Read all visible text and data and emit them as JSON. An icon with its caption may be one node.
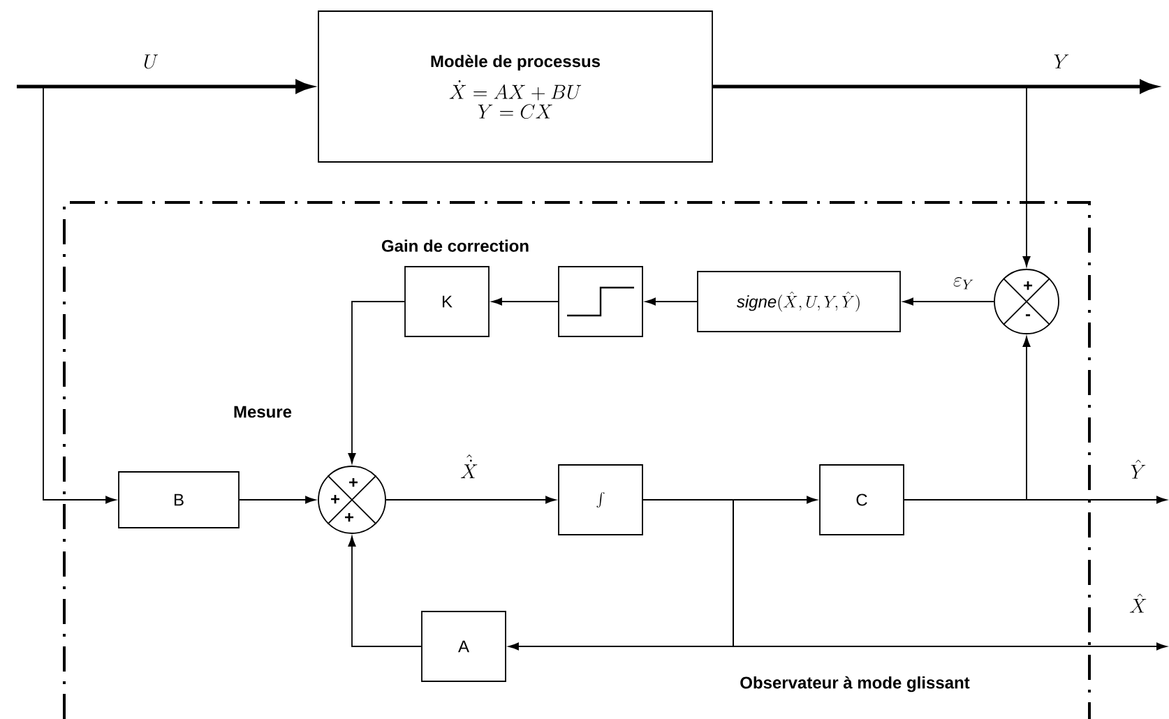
{
  "diagram": {
    "nodes": [
      {
        "text": [
          "Modèle de processus",
          "\\dot{X} = AX + BU",
          "Y = CX"
        ]
      },
      {
        "text": [
          "Observateur à mode glissant"
        ]
      },
      {
        "text": [
          "K"
        ],
        "beside": [
          "Gain de correction"
        ],
        "in": 1
      },
      {
        "text": [],
        "shape": "box",
        "in": 1
      },
      {
        "text": [
          "\\mathit{signe}(\\hat{X},U,Y,\\hat{Y})"
        ],
        "in": 1
      },
      {
        "text": [
          "+",
          "-"
        ],
        "in": 1
      },
      {
        "text": [
          "B"
        ],
        "in": 1
      },
      {
        "text": [
          "+",
          "+",
          "+"
        ],
        "in": 1
      },
      {
        "text": [
          "\\int"
        ],
        "in": 1
      },
      {
        "text": [
          "C"
        ],
        "in": 1
      },
      {
        "text": [
          "A"
        ],
        "in": 1
      }
    ],
    "edges": [
      {
        "from": null,
        "to": 0,
        "arrow": "to",
        "label": "U",
        "style": "thick"
      },
      {
        "from": null,
        "to": 6,
        "arrow": "to"
      },
      {
        "from": 0,
        "to": null,
        "arrow": "to",
        "label": "Y",
        "style": "thick"
      },
      {
        "from": 0,
        "to": 5,
        "arrow": "to"
      },
      {
        "from": 5,
        "to": 4,
        "arrow": "to",
        "label": "\\varepsilon_{Y}"
      },
      {
        "from": 4,
        "to": 3,
        "arrow": "to"
      },
      {
        "from": 3,
        "to": 2,
        "arrow": "to"
      },
      {
        "from": 2,
        "to": 7,
        "arrow": "to"
      },
      {
        "from": 6,
        "to": 7,
        "arrow": "to"
      },
      {
        "from": 7,
        "to": 8,
        "arrow": "to",
        "label": "\\hat{\\dot{X}}"
      },
      {
        "from": 8,
        "to": 9,
        "arrow": "to"
      },
      {
        "from": 9,
        "to": null,
        "arrow": "to",
        "label": "\\hat{Y}"
      },
      {
        "from": 9,
        "to": 5,
        "arrow": "to"
      },
      {
        "from": 8,
        "to": 10,
        "arrow": "to"
      },
      {
        "from": 8,
        "to": null,
        "arrow": "to",
        "label": "\\hat{X}"
      },
      {
        "from": 10,
        "to": 7,
        "arrow": "to"
      }
    ],
    "labels": [
      "Mesure"
    ]
  }
}
